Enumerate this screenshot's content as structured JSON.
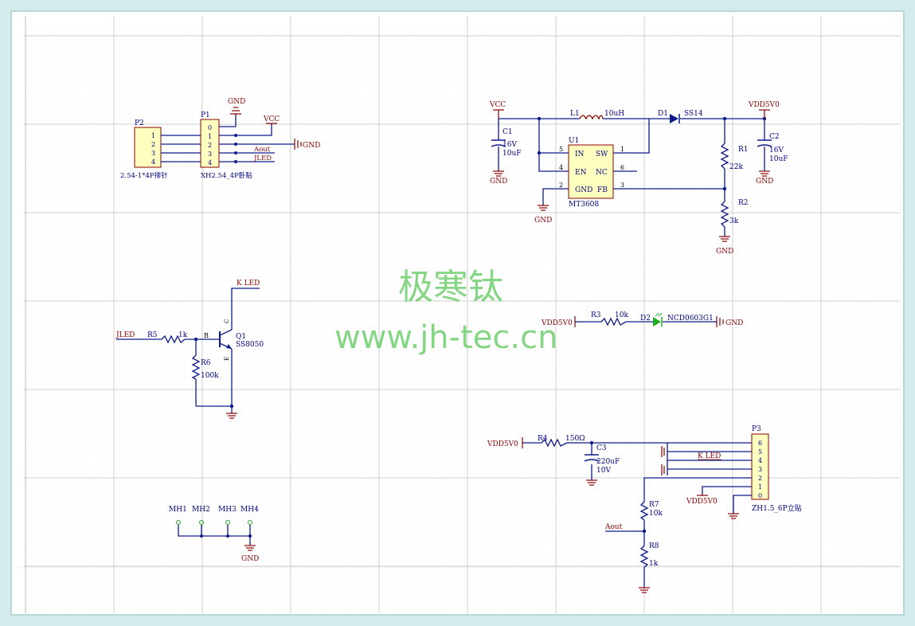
{
  "colors": {
    "frame": "#c9e6e6",
    "paper": "#ffffff",
    "grid": "#d8d8d8",
    "wire": "#0d1a8a",
    "power": "#8b0000",
    "part": "#000080",
    "body": "#ffffc0",
    "led": "#22aa22",
    "watermark": "#6fd06f"
  },
  "watermark": {
    "brand": "极寒钛",
    "url": "www.jh-tec.cn"
  },
  "p2": {
    "ref": "P2",
    "pins": [
      "1",
      "2",
      "3",
      "4"
    ],
    "value": "2.54-1*4P排针"
  },
  "p1": {
    "ref": "P1",
    "pins": [
      "0",
      "1",
      "2",
      "3",
      "4"
    ],
    "value": "XH2.54_4P卧贴",
    "gnd": "GND",
    "vcc": "VCC",
    "gnd2": "GND",
    "aout": "Aout",
    "jled": "JLED"
  },
  "boost": {
    "vcc": "VCC",
    "l1_ref": "L1",
    "l1_val": "10uH",
    "d1_ref": "D1",
    "d1_val": "SS14",
    "vdd": "VDD5V0",
    "c1_ref": "C1",
    "c1_v": "16V",
    "c1_val": "10uF",
    "c1_gnd": "GND",
    "c2_ref": "C2",
    "c2_v": "16V",
    "c2_val": "10uF",
    "c2_gnd": "GND",
    "u1_ref": "U1",
    "u1_part": "MT3608",
    "u1_pins": {
      "in": "IN",
      "en": "EN",
      "gnd": "GND",
      "sw": "SW",
      "nc": "NC",
      "fb": "FB"
    },
    "u1_nums": {
      "in": "5",
      "en": "4",
      "gnd": "2",
      "sw": "1",
      "nc": "6",
      "fb": "3"
    },
    "u1_gnd": "GND",
    "r1_ref": "R1",
    "r1_val": "22k",
    "r2_ref": "R2",
    "r2_val": "3k",
    "r2_gnd": "GND"
  },
  "driver": {
    "net_in": "JLED",
    "r5_ref": "R5",
    "r5_val": "1k",
    "q1_ref": "Q1",
    "q1_part": "SS8050",
    "b": "B",
    "c": "C",
    "e": "E",
    "r6_ref": "R6",
    "r6_val": "100k",
    "kled": "K LED"
  },
  "led_circuit": {
    "vdd": "VDD5V0",
    "r3_ref": "R3",
    "r3_val": "10k",
    "d2_ref": "D2",
    "d2_part": "NCD0603G1",
    "gnd": "GND"
  },
  "p3_circuit": {
    "vdd": "VDD5V0",
    "r4_ref": "R4",
    "r4_val": "150Ω",
    "c3_ref": "C3",
    "c3_val": "220uF",
    "c3_v": "10V",
    "p3_ref": "P3",
    "p3_pins": [
      "6",
      "5",
      "4",
      "3",
      "2",
      "1",
      "0"
    ],
    "p3_value": "ZH1.5_6P立贴",
    "kled": "K LED",
    "vdd2": "VDD5V0",
    "aout": "Aout",
    "r7_ref": "R7",
    "r7_val": "10k",
    "r8_ref": "R8",
    "r8_val": "1k"
  },
  "mounting": {
    "holes": [
      "MH1",
      "MH2",
      "MH3",
      "MH4"
    ],
    "gnd": "GND"
  }
}
